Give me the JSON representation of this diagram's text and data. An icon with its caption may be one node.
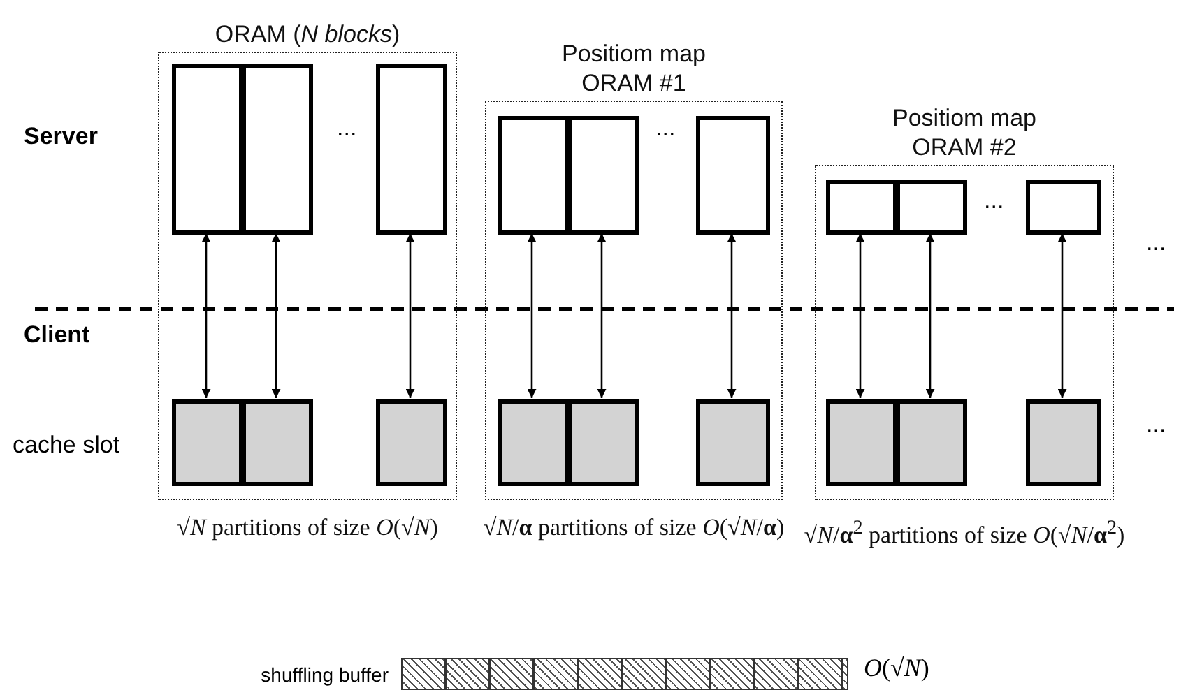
{
  "diagram": {
    "nodes": [
      {
        "text": [
          "ORAM (*N blocks*)"
        ],
        "beside": [
          "√*N* partitions of size *O*(√*N*)"
        ]
      },
      {
        "text": [],
        "shape": "box",
        "in": 0
      },
      {
        "text": [],
        "shape": "box",
        "in": 0
      },
      {
        "text": [],
        "shape": "box",
        "in": 0
      },
      {
        "text": [],
        "shape": "box",
        "in": 0
      },
      {
        "text": [],
        "shape": "box",
        "in": 0
      },
      {
        "text": [],
        "shape": "box",
        "in": 0
      },
      {
        "text": [
          "Positiom map ORAM #1"
        ],
        "beside": [
          "√*N*/**α** partitions of size *O*(√*N*/**α**)"
        ]
      },
      {
        "text": [],
        "shape": "box",
        "in": 7
      },
      {
        "text": [],
        "shape": "box",
        "in": 7
      },
      {
        "text": [],
        "shape": "box",
        "in": 7
      },
      {
        "text": [],
        "shape": "box",
        "in": 7
      },
      {
        "text": [],
        "shape": "box",
        "in": 7
      },
      {
        "text": [],
        "shape": "box",
        "in": 7
      },
      {
        "text": [
          "Positiom map ORAM #2"
        ],
        "beside": [
          "√*N*/**α**$^{2}$ partitions of size *O*(√*N*/**α**$^{2}$)"
        ]
      },
      {
        "text": [],
        "shape": "box",
        "in": 14
      },
      {
        "text": [],
        "shape": "box",
        "in": 14
      },
      {
        "text": [],
        "shape": "box",
        "in": 14
      },
      {
        "text": [],
        "shape": "box",
        "in": 14
      },
      {
        "text": [],
        "shape": "box",
        "in": 14
      },
      {
        "text": [],
        "shape": "box",
        "in": 14
      },
      {
        "text": [],
        "shape": "bar",
        "beside": [
          "shuffling buffer",
          "*O*(√*N*)"
        ]
      }
    ],
    "edges": [
      {
        "from": 1,
        "to": 4,
        "arrow": "both"
      },
      {
        "from": 2,
        "to": 5,
        "arrow": "both"
      },
      {
        "from": 3,
        "to": 6,
        "arrow": "both"
      },
      {
        "from": 8,
        "to": 11,
        "arrow": "both"
      },
      {
        "from": 9,
        "to": 12,
        "arrow": "both"
      },
      {
        "from": 10,
        "to": 13,
        "arrow": "both"
      },
      {
        "from": 15,
        "to": 18,
        "arrow": "both"
      },
      {
        "from": 16,
        "to": 19,
        "arrow": "both"
      },
      {
        "from": 17,
        "to": 20,
        "arrow": "both"
      }
    ],
    "labels": [
      "Server",
      "...",
      "...",
      "...",
      "...",
      "Client",
      "cache slot",
      "..."
    ]
  }
}
